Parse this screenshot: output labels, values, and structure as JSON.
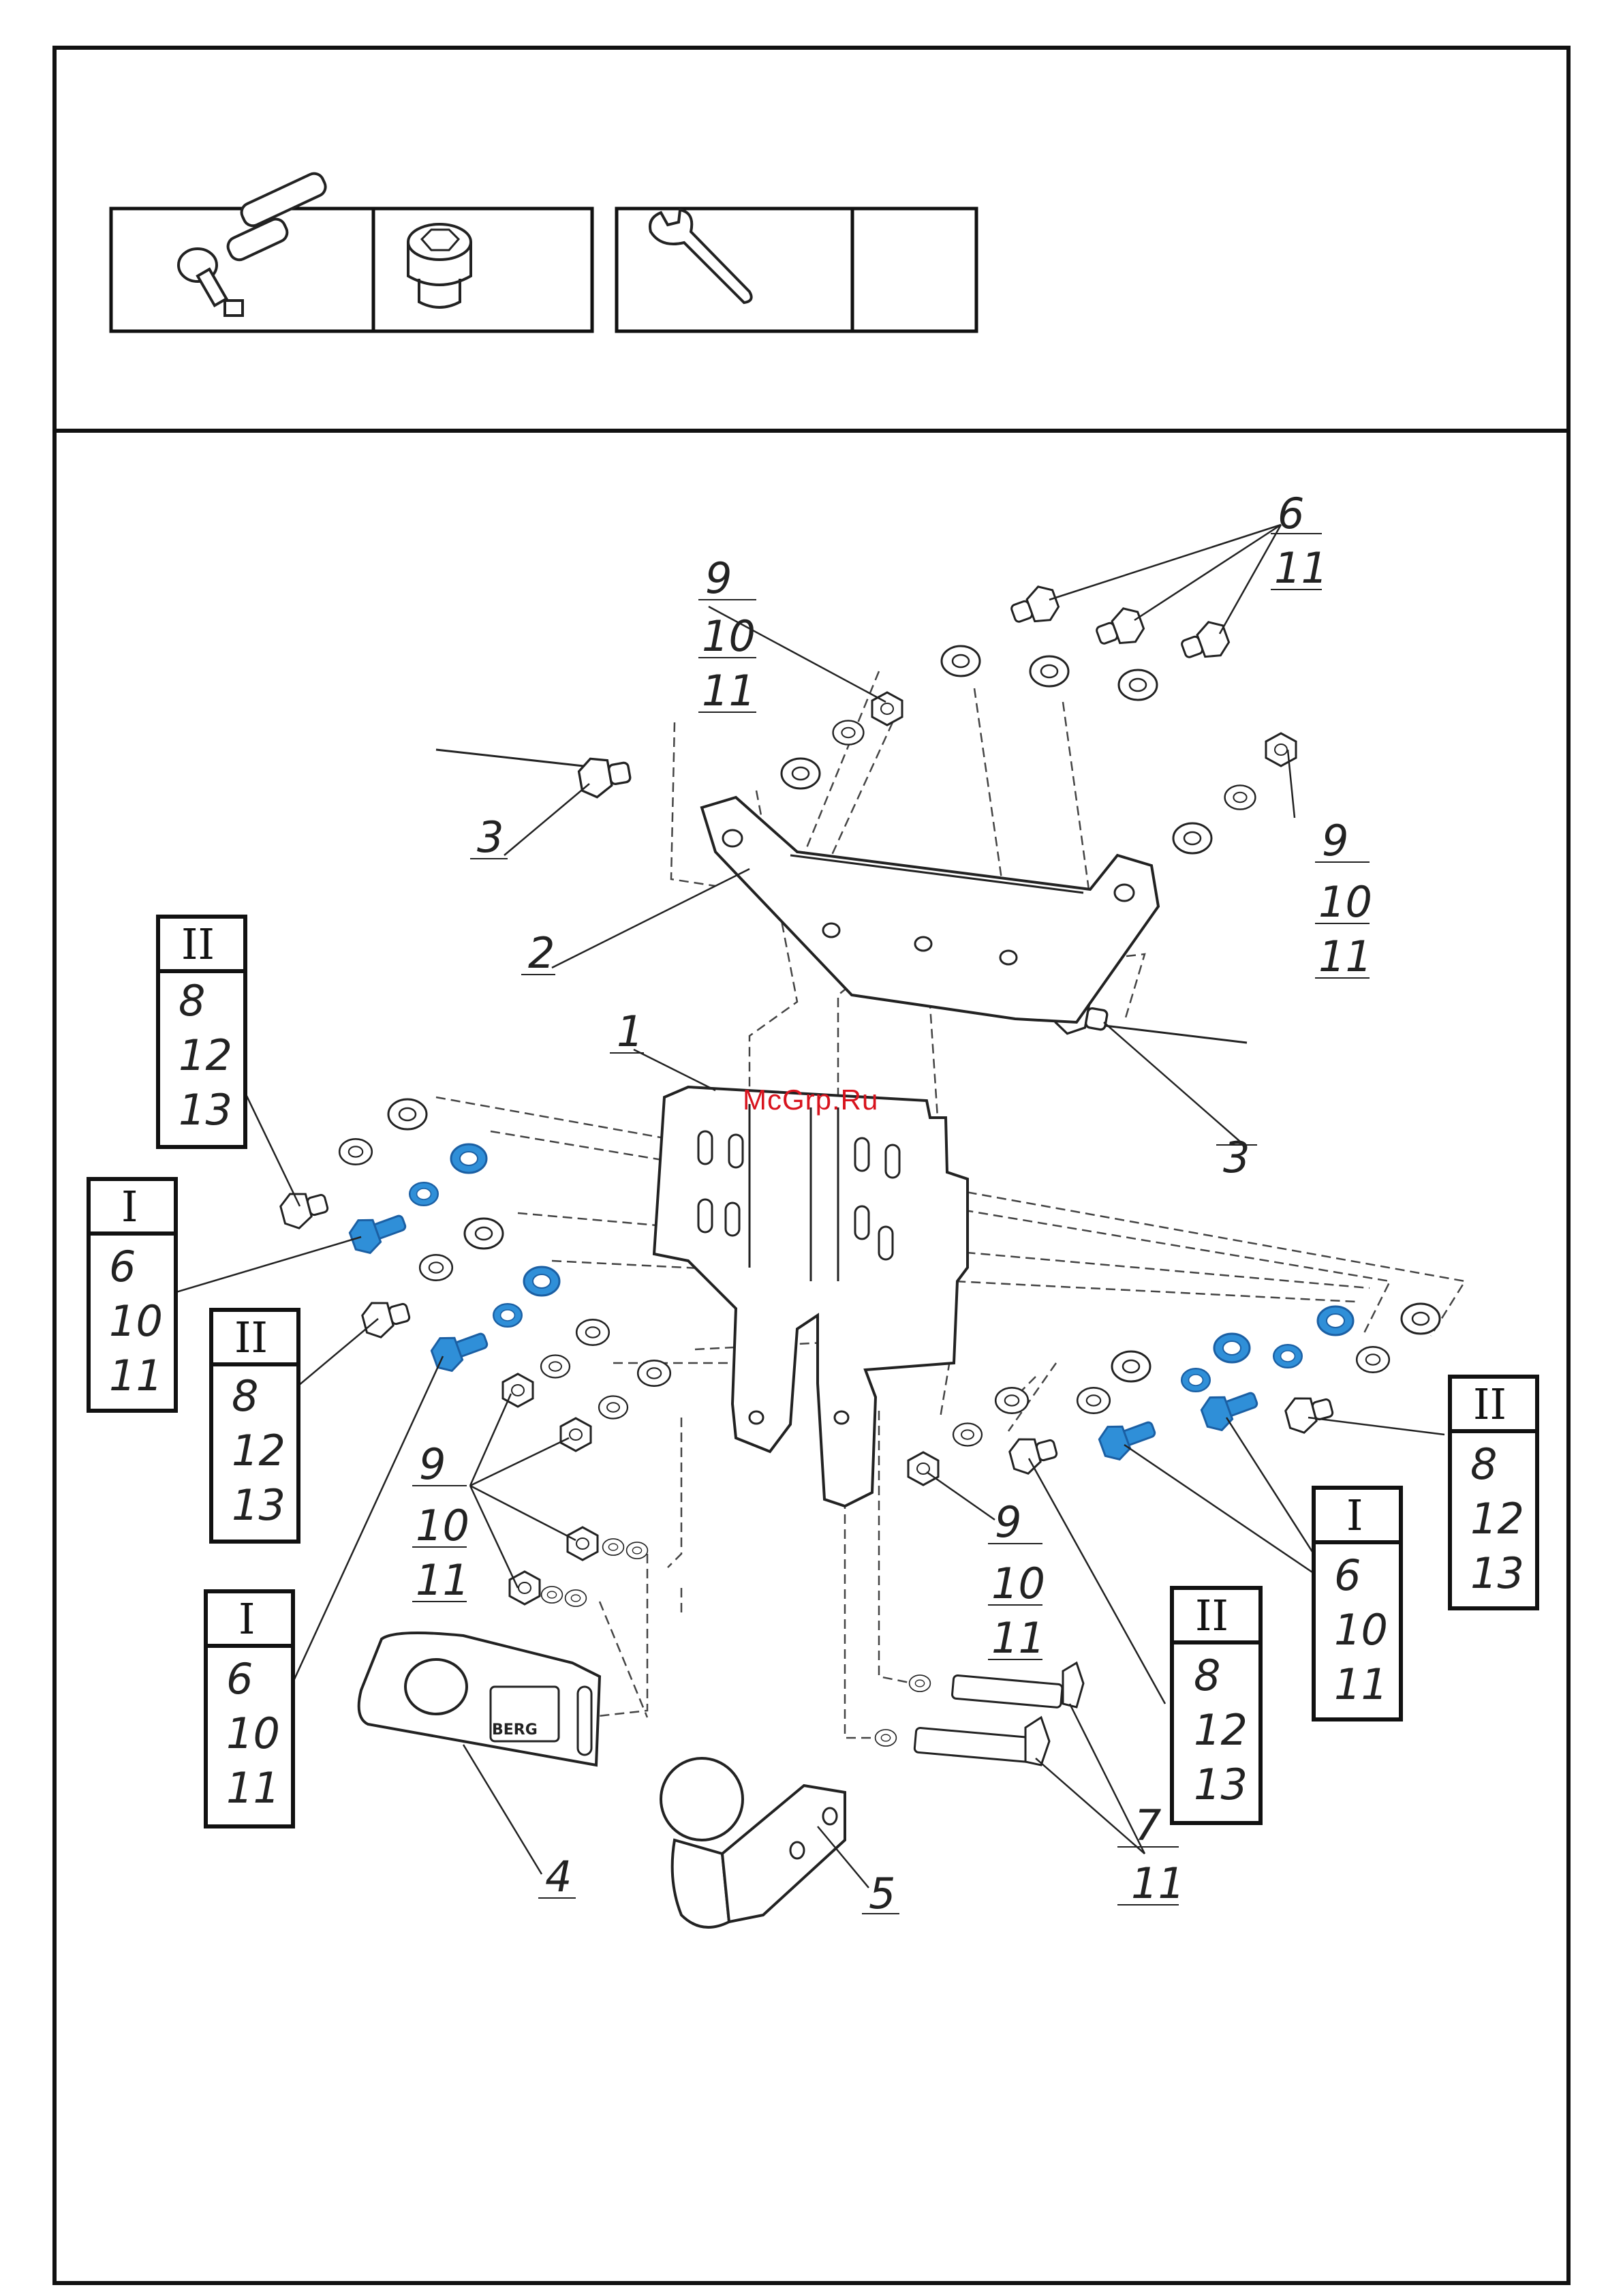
{
  "watermark": "McGrp.Ru",
  "brand_plate": "BERG",
  "tools": [
    {
      "name": "ratchet-icon"
    },
    {
      "name": "socket-icon"
    },
    {
      "name": "wrench-icon"
    },
    {
      "name": "empty-cell"
    }
  ],
  "callouts": {
    "top_nut_9": [
      "9",
      "10",
      "11"
    ],
    "top_bolts_6": [
      "6",
      "11"
    ],
    "right_nut_9": [
      "9",
      "10",
      "11"
    ],
    "wire_bolt_3_left": [
      "3"
    ],
    "bracket_2": [
      "2"
    ],
    "frame_1": [
      "1"
    ],
    "wire_bolt_3_right": [
      "3"
    ],
    "left_group_ii_a": {
      "roman": "II",
      "items": [
        "8",
        "12",
        "13"
      ]
    },
    "left_group_i_a": {
      "roman": "I",
      "items": [
        "6",
        "10",
        "11"
      ]
    },
    "left_group_ii_b": {
      "roman": "II",
      "items": [
        "8",
        "12",
        "13"
      ]
    },
    "left_nuts_9": [
      "9",
      "10",
      "11"
    ],
    "left_group_i_b": {
      "roman": "I",
      "items": [
        "6",
        "10",
        "11"
      ]
    },
    "plate_4": [
      "4"
    ],
    "ball_5": [
      "5"
    ],
    "center_nut_9": [
      "9",
      "10",
      "11"
    ],
    "right_group_ii_a": {
      "roman": "II",
      "items": [
        "8",
        "12",
        "13"
      ]
    },
    "right_group_i": {
      "roman": "I",
      "items": [
        "6",
        "10",
        "11"
      ]
    },
    "right_group_ii_b": {
      "roman": "II",
      "items": [
        "8",
        "12",
        "13"
      ]
    },
    "long_bolts_7": [
      "7",
      "11"
    ]
  },
  "colors": {
    "highlight": "#2f8fd8",
    "highlight_dark": "#1b5fa3",
    "line": "#222222",
    "watermark": "#d8141e"
  }
}
